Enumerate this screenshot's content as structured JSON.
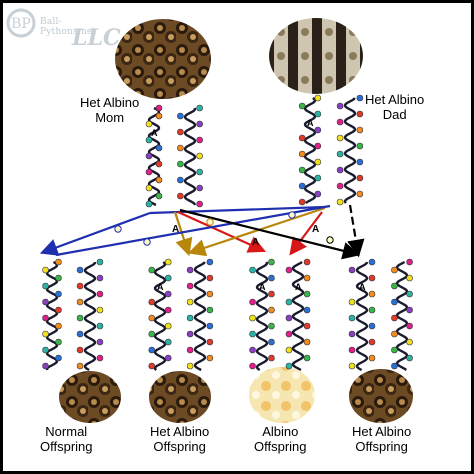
{
  "watermark": {
    "site": "Ball-Pythons.net",
    "suffix": "LLC"
  },
  "parents": {
    "mom": {
      "line1": "Het Albino",
      "line2": "Mom"
    },
    "dad": {
      "line1": "Het Albino",
      "line2": "Dad"
    }
  },
  "allele_marker": "A",
  "offspring": [
    {
      "line1": "Normal",
      "line2": "Offspring"
    },
    {
      "line1": "Het Albino",
      "line2": "Offspring"
    },
    {
      "line1": "Albino",
      "line2": "Offspring"
    },
    {
      "line1": "Het Albino",
      "line2": "Offspring"
    }
  ],
  "colors": {
    "mom_normal_arrow": "#1f2fb0",
    "mom_albino_arrow": "#b8860b",
    "dad_albino_arrow": "#d81818",
    "dad_normal_arrow": "#000000",
    "allele_pink": "#e0208a",
    "allele_orange": "#f28c1e",
    "allele_yellow": "#f2e01e",
    "allele_green": "#39b54a",
    "allele_teal": "#2bb3a6",
    "allele_blue": "#2b6fd6",
    "allele_purple": "#8a3fc0",
    "allele_red": "#e03a2a"
  }
}
